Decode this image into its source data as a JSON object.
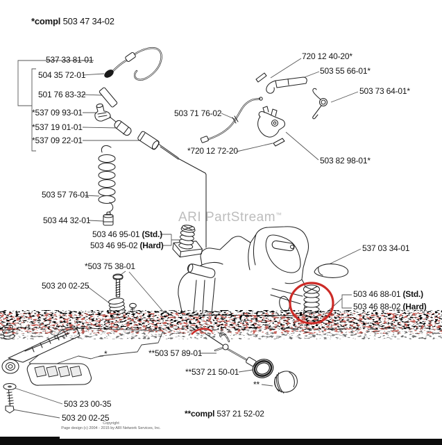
{
  "page": {
    "background": "#ffffff"
  },
  "title": {
    "bold": "*compl ",
    "number": "503 47 34-02"
  },
  "watermark": {
    "text": "ARI PartStream",
    "tm": "™"
  },
  "footer": {
    "line1": "Copyright",
    "line2": "Page design (c) 2004 - 2015 by ARI Network Services, Inc."
  },
  "colors": {
    "page_bg": "#ffffff",
    "line_dark": "#222222",
    "leader_gray": "#555555",
    "annotation_red": "#cc2b27",
    "watermark_gray": "#bdbdbd",
    "speckle_red": "#9e2b20",
    "footer_bar": "#0d0d0d"
  },
  "labels": [
    {
      "id": "537-33-81-01",
      "text": "537 33 81-01"
    },
    {
      "id": "504-35-72-01",
      "text": "504 35 72-01"
    },
    {
      "id": "501-76-83-32",
      "text": "501 76 83-32"
    },
    {
      "id": "537-09-93-01",
      "text": "*537 09 93-01"
    },
    {
      "id": "537-19-01-01",
      "text": "*537 19 01-01"
    },
    {
      "id": "537-09-22-01",
      "text": "*537 09 22-01"
    },
    {
      "id": "503-71-76-02",
      "text": "503 71 76-02"
    },
    {
      "id": "720-12-40-20",
      "text": "720 12 40-20*"
    },
    {
      "id": "503-55-66-01",
      "text": "503 55 66-01*"
    },
    {
      "id": "503-73-64-01",
      "text": "503 73 64-01*"
    },
    {
      "id": "720-12-72-20",
      "text": "*720 12 72-20"
    },
    {
      "id": "503-82-98-01",
      "text": "503 82 98-01*"
    },
    {
      "id": "503-57-76-01",
      "text": "503 57 76-01"
    },
    {
      "id": "503-44-32-01",
      "text": "503 44 32-01"
    },
    {
      "id": "503-46-95-01",
      "text": "503 46 95-01 ",
      "bold_suffix": "(Std.)"
    },
    {
      "id": "503-46-95-02",
      "text": "503 46 95-02 ",
      "bold_suffix": "(Hard)"
    },
    {
      "id": "537-03-34-01",
      "text": "537 03 34-01"
    },
    {
      "id": "503-75-38-01",
      "text": "*503 75 38-01"
    },
    {
      "id": "503-20-02-25-upper",
      "text": "503 20 02-25"
    },
    {
      "id": "503-46-88-01",
      "text": "503 46 88-01 ",
      "bold_suffix": "(Std.)"
    },
    {
      "id": "503-46-88-02",
      "text": "503 46 88-02 ",
      "bold_suffix": "(Hard)"
    },
    {
      "id": "503-57-89-01",
      "text": "**503 57 89-01"
    },
    {
      "id": "537-21-50-01",
      "text": "**537 21 50-01"
    },
    {
      "id": "fuel-cap-ref",
      "text": "**"
    },
    {
      "id": "503-23-00-35",
      "text": "503 23 00-35"
    },
    {
      "id": "503-20-02-25-lower",
      "text": "503 20 02-25"
    },
    {
      "id": "compl-537-21-52-02",
      "bold_prefix": "**compl ",
      "text": "537 21 52-02"
    },
    {
      "id": "asterisk-ref",
      "text": "*"
    }
  ]
}
